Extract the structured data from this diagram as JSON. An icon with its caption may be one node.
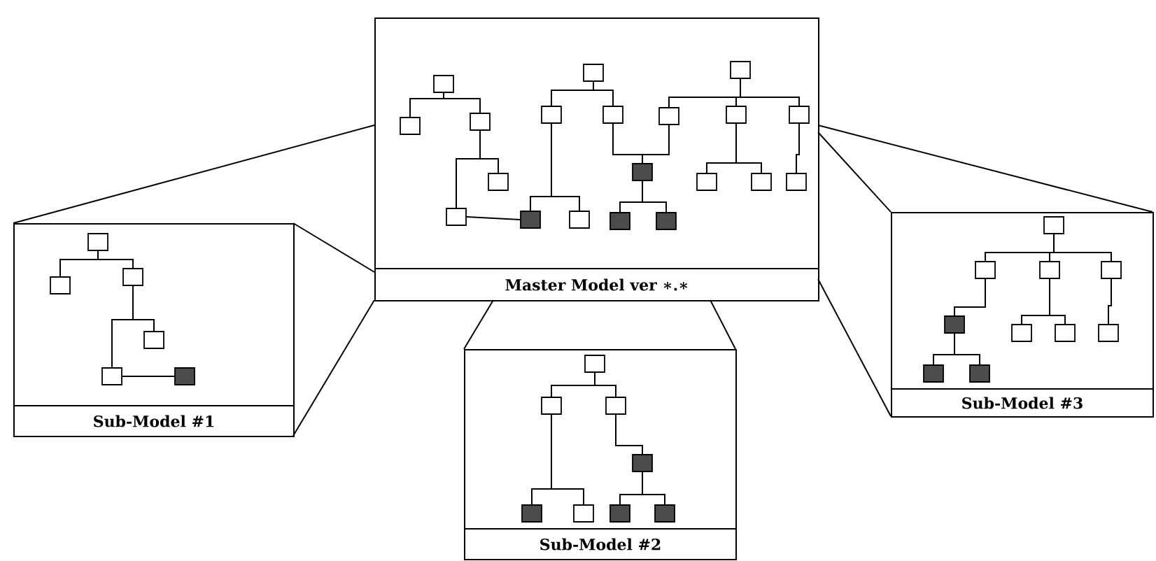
{
  "diagram": {
    "nodes": [
      {
        "text": [
          "Master Model ver ∗.∗"
        ]
      },
      {
        "text": [],
        "shape": "box",
        "in": 0
      },
      {
        "text": [],
        "shape": "box",
        "in": 0
      },
      {
        "text": [],
        "shape": "box",
        "in": 0
      },
      {
        "text": [],
        "shape": "box",
        "in": 0
      },
      {
        "text": [],
        "shape": "box",
        "in": 0
      },
      {
        "text": [],
        "shape": "box",
        "in": 0
      },
      {
        "text": [],
        "shape": "box",
        "in": 0
      },
      {
        "text": [],
        "shape": "box",
        "in": 0
      },
      {
        "text": [],
        "shape": "box",
        "in": 0
      },
      {
        "text": [],
        "shape": "box",
        "in": 0
      },
      {
        "text": [],
        "shape": "box",
        "in": 0
      },
      {
        "text": [],
        "shape": "box",
        "in": 0
      },
      {
        "text": [],
        "shape": "box",
        "in": 0
      },
      {
        "text": [],
        "shape": "box",
        "in": 0
      },
      {
        "text": [],
        "shape": "box",
        "in": 0
      },
      {
        "text": [],
        "shape": "box",
        "in": 0
      },
      {
        "text": [],
        "shape": "box",
        "in": 0
      },
      {
        "text": [],
        "shape": "box",
        "in": 0
      },
      {
        "text": [],
        "shape": "box",
        "in": 0
      },
      {
        "text": [],
        "shape": "box",
        "in": 0
      },
      {
        "text": [
          "Sub-Model #1"
        ]
      },
      {
        "text": [],
        "shape": "box",
        "in": 21
      },
      {
        "text": [],
        "shape": "box",
        "in": 21
      },
      {
        "text": [],
        "shape": "box",
        "in": 21
      },
      {
        "text": [],
        "shape": "box",
        "in": 21
      },
      {
        "text": [],
        "shape": "box",
        "in": 21
      },
      {
        "text": [],
        "shape": "box",
        "in": 21
      },
      {
        "text": [
          "Sub-Model #2"
        ]
      },
      {
        "text": [],
        "shape": "box",
        "in": 28
      },
      {
        "text": [],
        "shape": "box",
        "in": 28
      },
      {
        "text": [],
        "shape": "box",
        "in": 28
      },
      {
        "text": [],
        "shape": "box",
        "in": 28
      },
      {
        "text": [],
        "shape": "box",
        "in": 28
      },
      {
        "text": [],
        "shape": "box",
        "in": 28
      },
      {
        "text": [],
        "shape": "box",
        "in": 28
      },
      {
        "text": [],
        "shape": "box",
        "in": 28
      },
      {
        "text": [
          "Sub-Model #3"
        ]
      },
      {
        "text": [],
        "shape": "box",
        "in": 37
      },
      {
        "text": [],
        "shape": "box",
        "in": 37
      },
      {
        "text": [],
        "shape": "box",
        "in": 37
      },
      {
        "text": [],
        "shape": "box",
        "in": 37
      },
      {
        "text": [],
        "shape": "box",
        "in": 37
      },
      {
        "text": [],
        "shape": "box",
        "in": 37
      },
      {
        "text": [],
        "shape": "box",
        "in": 37
      },
      {
        "text": [],
        "shape": "box",
        "in": 37
      },
      {
        "text": [],
        "shape": "box",
        "in": 37
      },
      {
        "text": [],
        "shape": "box",
        "in": 37
      }
    ],
    "edges": [
      {
        "from": 1,
        "to": 2,
        "arrow": "none"
      },
      {
        "from": 1,
        "to": 3,
        "arrow": "none"
      },
      {
        "from": 3,
        "to": 4,
        "arrow": "none"
      },
      {
        "from": 3,
        "to": 5,
        "arrow": "none"
      },
      {
        "from": 5,
        "to": 9,
        "arrow": "none"
      },
      {
        "from": 6,
        "to": 7,
        "arrow": "none"
      },
      {
        "from": 6,
        "to": 8,
        "arrow": "none"
      },
      {
        "from": 7,
        "to": 9,
        "arrow": "none"
      },
      {
        "from": 7,
        "to": 10,
        "arrow": "none"
      },
      {
        "from": 8,
        "to": 15,
        "arrow": "none"
      },
      {
        "from": 11,
        "to": 12,
        "arrow": "none"
      },
      {
        "from": 11,
        "to": 13,
        "arrow": "none"
      },
      {
        "from": 11,
        "to": 14,
        "arrow": "none"
      },
      {
        "from": 12,
        "to": 15,
        "arrow": "none"
      },
      {
        "from": 15,
        "to": 16,
        "arrow": "none"
      },
      {
        "from": 15,
        "to": 17,
        "arrow": "none"
      },
      {
        "from": 13,
        "to": 18,
        "arrow": "none"
      },
      {
        "from": 13,
        "to": 19,
        "arrow": "none"
      },
      {
        "from": 14,
        "to": 20,
        "arrow": "none"
      },
      {
        "from": 22,
        "to": 23,
        "arrow": "none"
      },
      {
        "from": 22,
        "to": 24,
        "arrow": "none"
      },
      {
        "from": 24,
        "to": 25,
        "arrow": "none"
      },
      {
        "from": 24,
        "to": 26,
        "arrow": "none"
      },
      {
        "from": 26,
        "to": 27,
        "arrow": "none"
      },
      {
        "from": 29,
        "to": 30,
        "arrow": "none"
      },
      {
        "from": 29,
        "to": 31,
        "arrow": "none"
      },
      {
        "from": 30,
        "to": 32,
        "arrow": "none"
      },
      {
        "from": 30,
        "to": 33,
        "arrow": "none"
      },
      {
        "from": 31,
        "to": 34,
        "arrow": "none"
      },
      {
        "from": 34,
        "to": 35,
        "arrow": "none"
      },
      {
        "from": 34,
        "to": 36,
        "arrow": "none"
      },
      {
        "from": 38,
        "to": 39,
        "arrow": "none"
      },
      {
        "from": 38,
        "to": 40,
        "arrow": "none"
      },
      {
        "from": 38,
        "to": 41,
        "arrow": "none"
      },
      {
        "from": 39,
        "to": 42,
        "arrow": "none"
      },
      {
        "from": 42,
        "to": 43,
        "arrow": "none"
      },
      {
        "from": 42,
        "to": 44,
        "arrow": "none"
      },
      {
        "from": 40,
        "to": 45,
        "arrow": "none"
      },
      {
        "from": 40,
        "to": 46,
        "arrow": "none"
      },
      {
        "from": 41,
        "to": 47,
        "arrow": "none"
      },
      {
        "from": 0,
        "to": 21,
        "arrow": "none"
      },
      {
        "from": 0,
        "to": 21,
        "arrow": "none"
      },
      {
        "from": 0,
        "to": 21,
        "arrow": "none"
      },
      {
        "from": 0,
        "to": 28,
        "arrow": "none"
      },
      {
        "from": 0,
        "to": 28,
        "arrow": "none"
      },
      {
        "from": 0,
        "to": 37,
        "arrow": "none"
      },
      {
        "from": 0,
        "to": 37,
        "arrow": "none"
      },
      {
        "from": 0,
        "to": 37,
        "arrow": "none"
      }
    ]
  }
}
